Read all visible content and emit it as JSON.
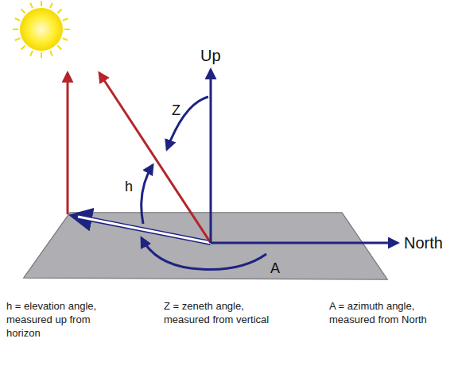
{
  "diagram": {
    "labels": [
      "Up",
      "North",
      "Z",
      "h",
      "A",
      "h = elevation angle, measured up from horizon",
      "Z = zeneth angle, measured from vertical",
      "A = azimuth angle, measured from North"
    ]
  }
}
